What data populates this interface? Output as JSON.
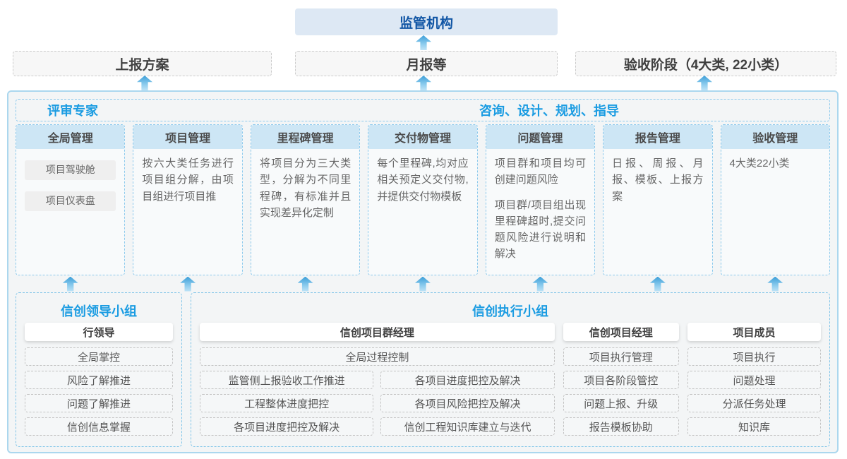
{
  "top": {
    "regulator": "监管机构",
    "outputs": [
      {
        "label": "上报方案"
      },
      {
        "label": "月报等"
      },
      {
        "label": "验收阶段（4大类, 22小类）"
      }
    ]
  },
  "experts": {
    "left": "评审专家",
    "right": "咨询、设计、规划、指导"
  },
  "columns": [
    {
      "title": "全局管理",
      "tags": [
        "项目驾驶舱",
        "项目仪表盘"
      ]
    },
    {
      "title": "项目管理",
      "paragraphs": [
        "按六大类任务进行项目组分解，由项目组进行项目推"
      ]
    },
    {
      "title": "里程碑管理",
      "paragraphs": [
        "将项目分为三大类型，分解为不同里程碑，有标准并且实现差异化定制"
      ]
    },
    {
      "title": "交付物管理",
      "paragraphs": [
        "每个里程碑,均对应相关预定义交付物,并提供交付物模板"
      ]
    },
    {
      "title": "问题管理",
      "paragraphs": [
        "项目群和项目均可创建问题风险",
        "项目群/项目组出现里程碑超时,提交问题风险进行说明和解决"
      ]
    },
    {
      "title": "报告管理",
      "paragraphs": [
        "日报、周报、月报、模板、上报方案"
      ]
    },
    {
      "title": "验收管理",
      "paragraphs": [
        "4大类22小类"
      ]
    }
  ],
  "groups": {
    "leadership": {
      "title": "信创领导小组",
      "role": "行领导",
      "items": [
        "全局掌控",
        "风险了解推进",
        "问题了解推进",
        "信创信息掌握"
      ]
    },
    "execution": {
      "title": "信创执行小组",
      "program_manager": {
        "role": "信创项目群经理",
        "full_item": "全局过程控制",
        "grid_items": [
          "监管侧上报验收工作推进",
          "各项目进度把控及解决",
          "工程整体进度把控",
          "各项目风险把控及解决",
          "各项目进度把控及解决",
          "信创工程知识库建立与迭代"
        ]
      },
      "project_manager": {
        "role": "信创项目经理",
        "items": [
          "项目执行管理",
          "项目各阶段管控",
          "问题上报、升级",
          "报告模板协助"
        ]
      },
      "members": {
        "role": "项目成员",
        "items": [
          "项目执行",
          "问题处理",
          "分派任务处理",
          "知识库"
        ]
      }
    }
  },
  "colors": {
    "accent_blue": "#1b9ce2",
    "dark_blue": "#1156a5",
    "regulator_bg": "#dde8f4",
    "panel_border": "#abd7ee",
    "panel_bg": "#f3f5f6",
    "dashed_blue": "#8cc9ec",
    "group_dash": "#7fc4e8",
    "col_head_bg": "#cde6f5",
    "arrow_top": "#3d9fd9",
    "arrow_bottom": "#bfe3f6"
  }
}
